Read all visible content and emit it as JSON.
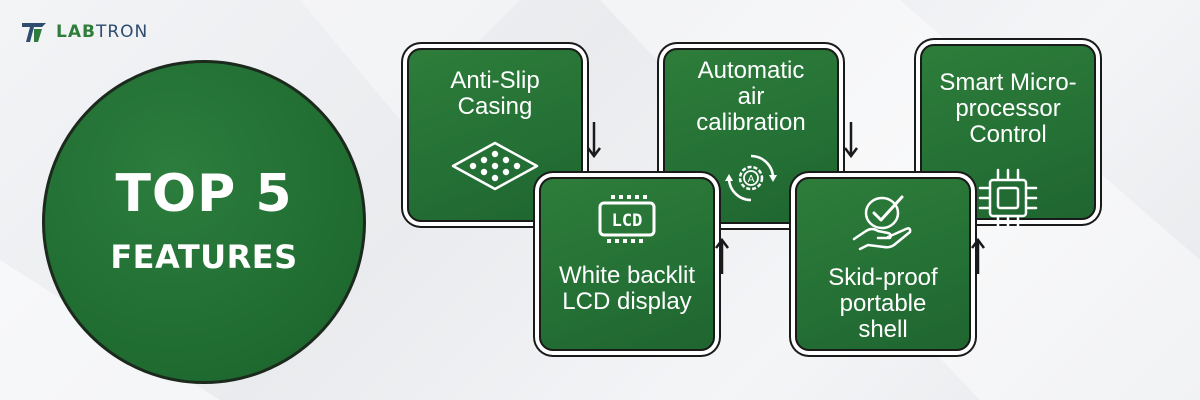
{
  "brand": {
    "name_part1": "LAB",
    "name_part2": "TRON"
  },
  "hero": {
    "line1": "TOP 5",
    "line2": "FEATURES"
  },
  "features": [
    {
      "label": "Anti-Slip Casing",
      "icon": "anti-slip-pad-icon"
    },
    {
      "label": "White backlit LCD display",
      "icon": "lcd-icon"
    },
    {
      "label": "Automatic air calibration",
      "icon": "auto-calibration-icon"
    },
    {
      "label": "Skid-proof portable shell",
      "icon": "hand-check-icon"
    },
    {
      "label": "Smart Micro-processor Control",
      "icon": "microchip-icon"
    }
  ],
  "lcd_icon_text": "LCD",
  "calibration_icon_text": "A",
  "colors": {
    "card_green": "#2e7d3a",
    "logo_blue": "#2d4c6f",
    "outline": "#1a1a1a",
    "background": "#eef0f2"
  }
}
